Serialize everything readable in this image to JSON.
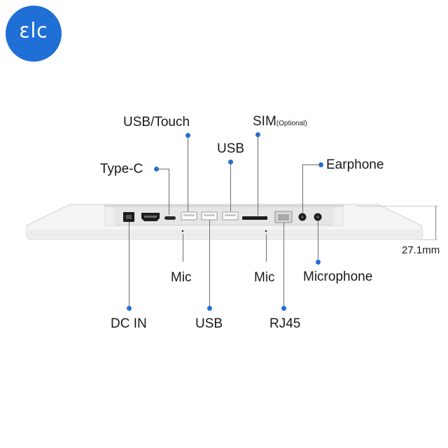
{
  "logo": {
    "text": "ELC",
    "color": "#1f6fd6"
  },
  "labels": {
    "usb_touch": "USB/Touch",
    "sim": "SIM",
    "sim_note": "(Optional)",
    "usb_top": "USB",
    "type_c": "Type-C",
    "earphone": "Earphone",
    "mic_left": "Mic",
    "mic_right": "Mic",
    "microphone": "Microphone",
    "dc_in": "DC IN",
    "usb_bottom": "USB",
    "rj45": "RJ45",
    "thickness": "27.1mm"
  },
  "colors": {
    "accent": "#1f6fd6",
    "body": "#f2f2f2",
    "line": "#6c6c6c"
  }
}
